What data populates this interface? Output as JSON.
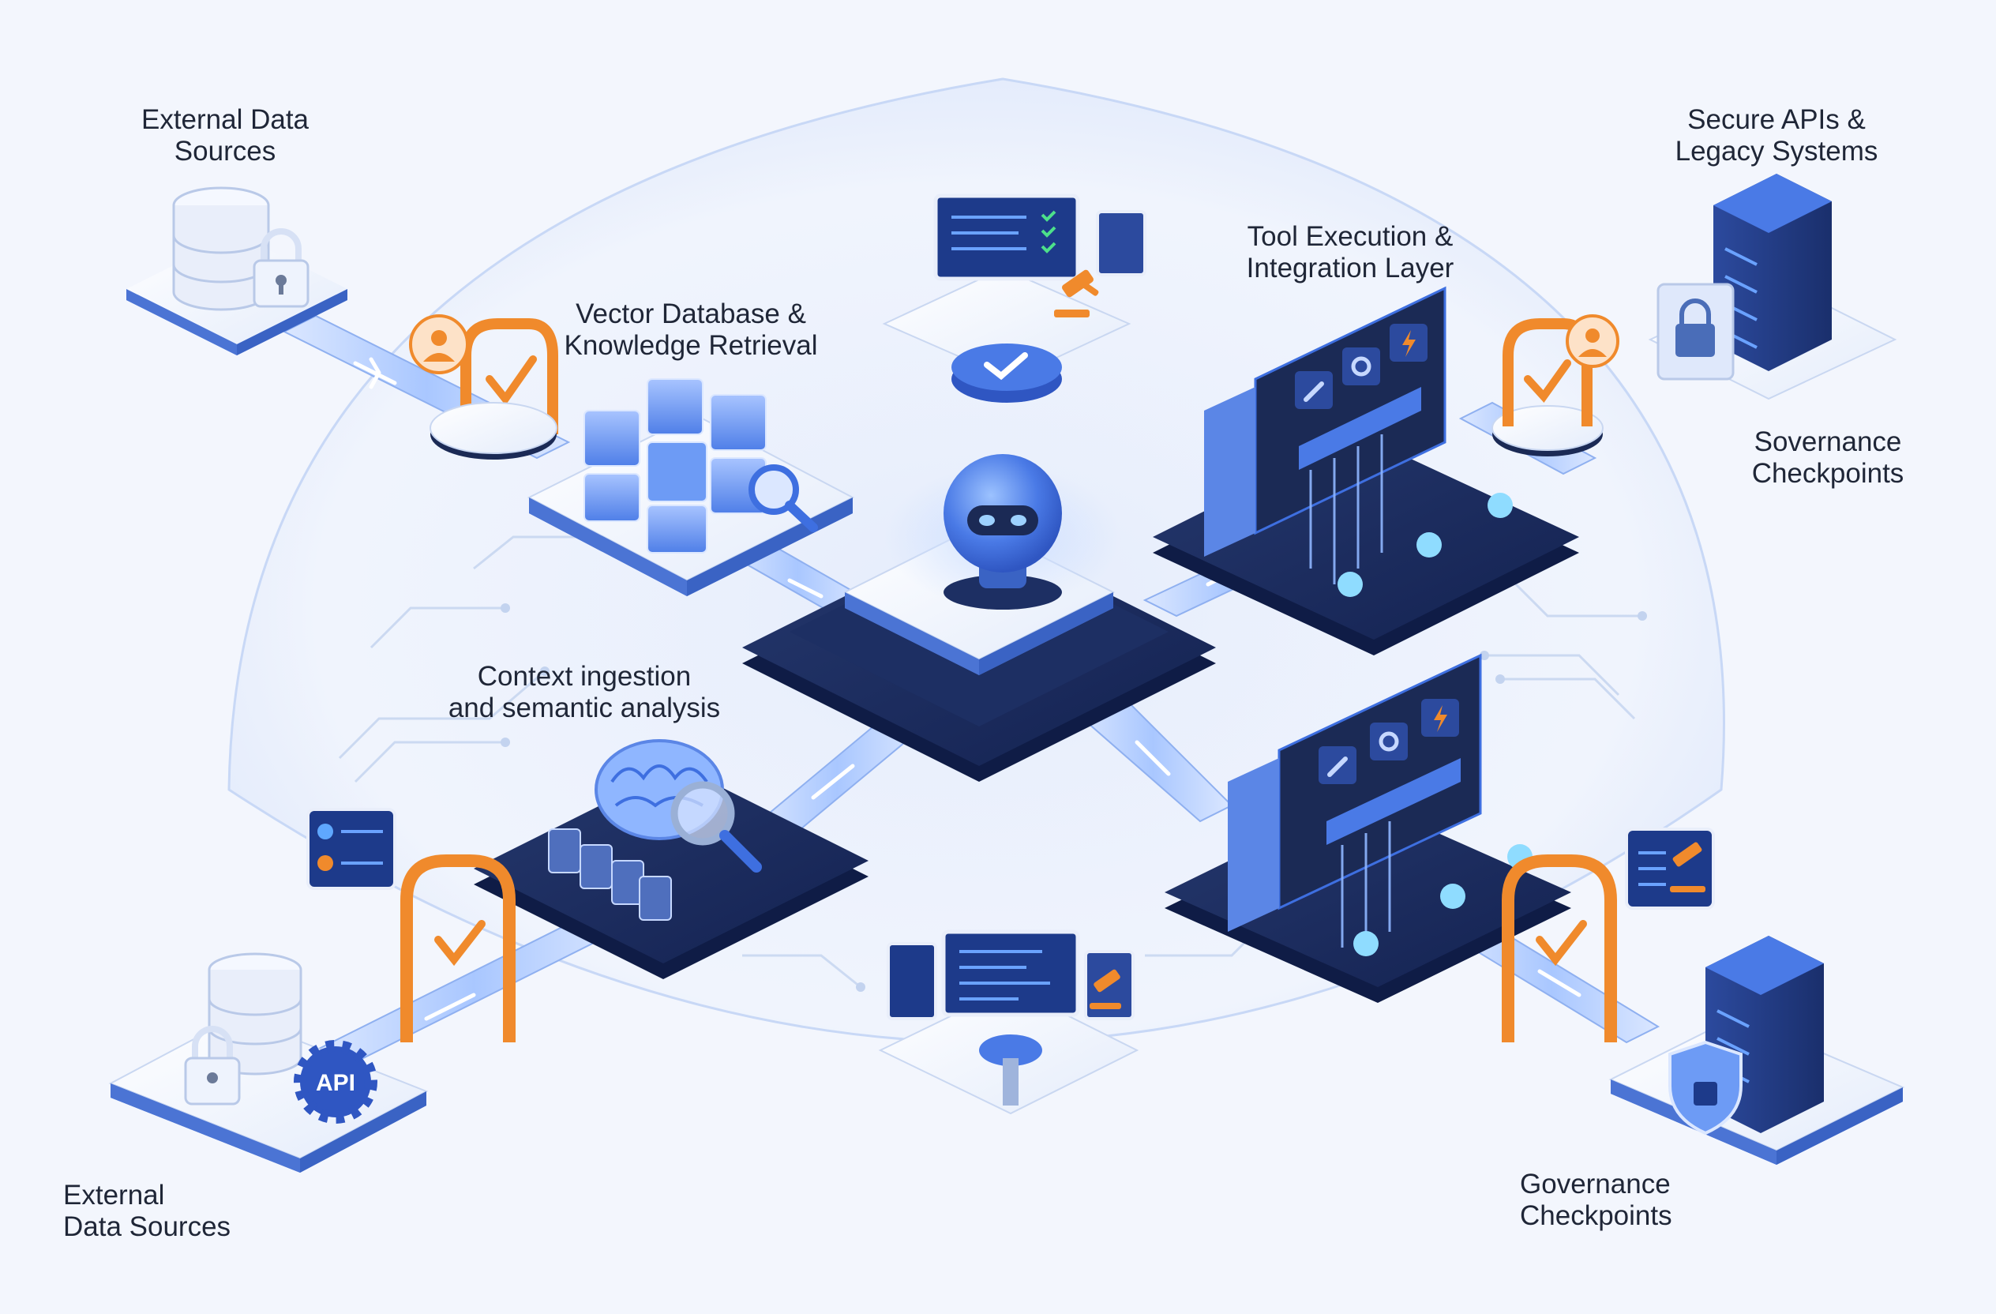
{
  "labels": {
    "external_data_sources_top": {
      "line1": "External Data",
      "line2": "Sources"
    },
    "secure_apis_legacy": {
      "line1": "Secure APIs &",
      "line2": "Legacy Systems"
    },
    "vector_db": {
      "line1": "Vector Database &",
      "line2": "Knowledge Retrieval"
    },
    "tool_execution": {
      "line1": "Tool Execution &",
      "line2": "Integration Layer"
    },
    "sovernance_checkpoints": {
      "line1": "Sovernance",
      "line2": "Checkpoints"
    },
    "context_ingestion": {
      "line1": "Context ingestion",
      "line2": "and semantic analysis"
    },
    "external_data_sources_bottom": {
      "line1": "External",
      "line2": "Data Sources"
    },
    "governance_checkpoints": {
      "line1": "Governance",
      "line2": "Checkpoints"
    }
  },
  "badges": {
    "api": "API"
  },
  "colors": {
    "background": "#f3f6fd",
    "platform_navy": "#1b2a55",
    "platform_light": "#e7eefc",
    "accent_blue": "#3e6fe0",
    "glow_blue": "#8fb6ff",
    "gate_orange": "#f08a2c",
    "text": "#1f2637"
  },
  "icons": [
    "database-icon",
    "padlock-icon",
    "server-rack-icon",
    "robot-agent-icon",
    "vector-cubes-icon",
    "magnifier-icon",
    "brain-icon",
    "document-icon",
    "code-file-icon",
    "wrench-icon",
    "gear-icon",
    "lightning-icon",
    "gavel-icon",
    "checkmark-icon",
    "user-badge-icon",
    "shield-icon",
    "api-gear-icon",
    "monitor-icon",
    "governance-gate-icon"
  ]
}
